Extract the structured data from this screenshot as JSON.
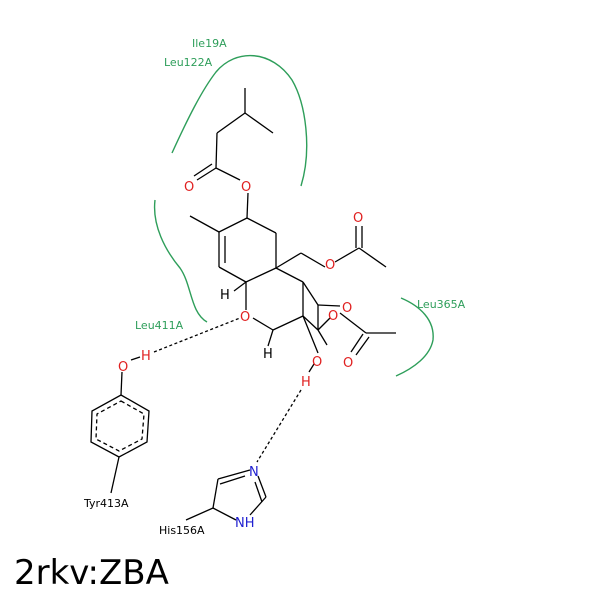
{
  "title": "2rkv:ZBA",
  "colors": {
    "bond": "#000000",
    "oxygen": "#e02020",
    "nitrogen": "#2020d0",
    "hydrogen_bond_h": "#e02020",
    "hydrophobic": "#2e9e5a",
    "label_black": "#000000"
  },
  "atoms": {
    "o_ester1_carbonyl": "O",
    "o_ester1": "O",
    "o_ester2_carbonyl": "O",
    "o_ester2": "O",
    "o_ester3": "O",
    "o_ester3_carbonyl": "O",
    "o_ring": "O",
    "o_epoxide": "O",
    "o_hydroxyl": "O",
    "h_hydroxyl": "H",
    "h_ring1": "H",
    "h_ring2": "H",
    "o_tyr": "O",
    "h_tyr": "H",
    "n_his1": "N",
    "n_his2": "NH"
  },
  "residues": {
    "hydrophobic": [
      "Ile19A",
      "Leu122A",
      "Leu411A",
      "Leu365A"
    ],
    "hbond": [
      "Tyr413A",
      "His156A"
    ]
  }
}
